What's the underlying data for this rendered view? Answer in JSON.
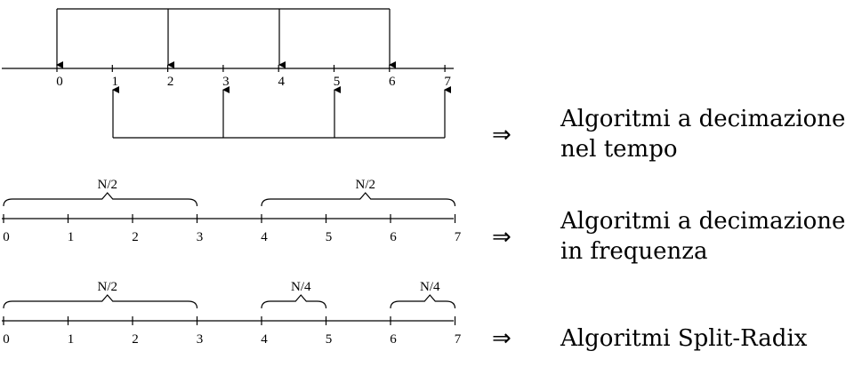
{
  "top_axis": {
    "ticks": [
      "0",
      "1",
      "2",
      "3",
      "4",
      "5",
      "6",
      "7"
    ],
    "even_group": [
      0,
      2,
      4,
      6
    ],
    "odd_group": [
      1,
      3,
      5,
      7
    ]
  },
  "mid_axis": {
    "ticks": [
      "0",
      "1",
      "2",
      "3",
      "4",
      "5",
      "6",
      "7"
    ],
    "braces": [
      {
        "label": "N/2",
        "from": 0,
        "to": 3
      },
      {
        "label": "N/2",
        "from": 4,
        "to": 7
      }
    ]
  },
  "bottom_axis": {
    "ticks": [
      "0",
      "1",
      "2",
      "3",
      "4",
      "5",
      "6",
      "7"
    ],
    "braces": [
      {
        "label": "N/2",
        "from": 0,
        "to": 3
      },
      {
        "label": "N/4",
        "from": 4,
        "to": 5
      },
      {
        "label": "N/4",
        "from": 6,
        "to": 7
      }
    ]
  },
  "descriptions": {
    "arrow": "⇒",
    "time_line1": "Algoritmi a decimazione",
    "time_line2": "nel tempo",
    "freq_line1": "Algoritmi a decimazione",
    "freq_line2": "in frequenza",
    "split_line1": "Algoritmi Split-Radix"
  }
}
